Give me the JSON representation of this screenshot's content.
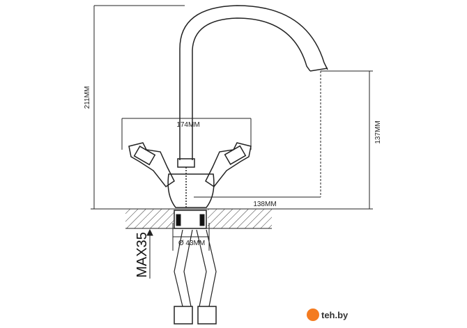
{
  "dimensions": {
    "total_height": "211MM",
    "handle_span": "174MM",
    "spout_height": "137MM",
    "spout_reach": "138MM",
    "mount_diameter": "Ø 43MM",
    "max_thickness": "MAX35"
  },
  "watermark": {
    "text": "teh.by",
    "color": "#f47b20"
  }
}
